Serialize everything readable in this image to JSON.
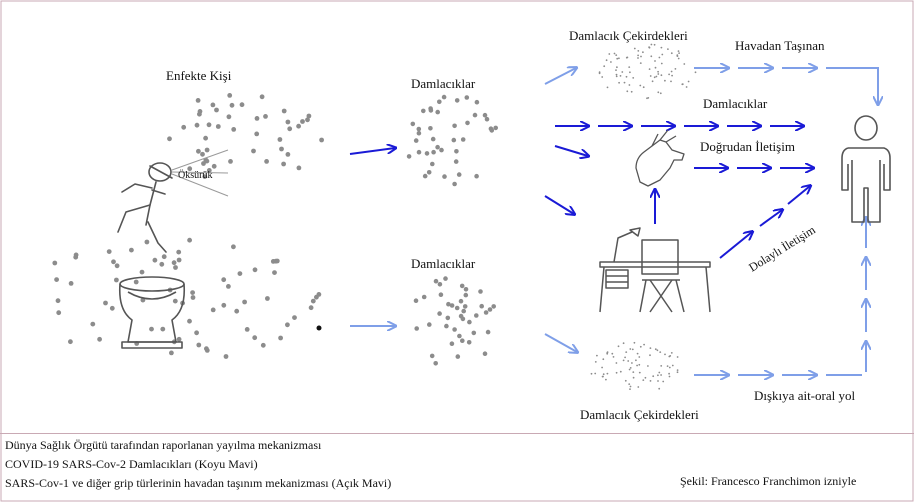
{
  "labels": {
    "infected_person": "Enfekte Kişi",
    "cough": "Öksürük",
    "droplets_top": "Damlacıklar",
    "droplets_bottom": "Damlacıklar",
    "nuclei_top": "Damlacık Çekirdekleri",
    "nuclei_bottom": "Damlacık Çekirdekleri",
    "airborne_overflow": "Havadan Taşınan",
    "droplets_path": "Damlacıklar",
    "direct_contact": "Doğrudan İletişim",
    "indirect_contact": "Dolaylı İletişim",
    "fecal_oral": "Dışkıya ait-oral yol"
  },
  "caption": {
    "line1": "Dünya Sağlık Örgütü tarafından raporlanan yayılma mekanizması",
    "line2": "COVID-19 SARS-Cov-2 Damlacıkları (Koyu Mavi)",
    "line3": "SARS-Cov-1 ve diğer grip türlerinin havadan taşınım mekanizması (Açık Mavi)",
    "credit": "Şekil: Francesco Franchimon izniyle"
  },
  "colors": {
    "dark_blue": "#1a1ad6",
    "light_blue": "#7f9fe8",
    "dots": "#8c8c8c",
    "line_art": "#555555",
    "border": "#c9a9b4"
  }
}
